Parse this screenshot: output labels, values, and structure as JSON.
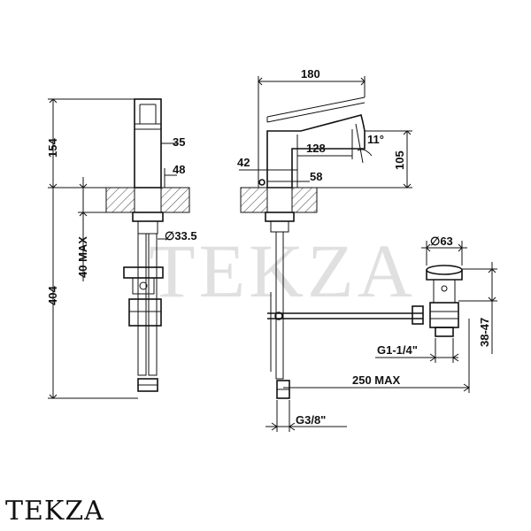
{
  "watermark": "TEKZA",
  "brand_label": "TEKZA",
  "left_view": {
    "dims": {
      "height_top": "154",
      "height_total": "404",
      "max_thickness": "40 MAX",
      "width_35": "35",
      "width_48": "48",
      "dia_33": "33.5"
    },
    "dia_symbol": "∅"
  },
  "right_view": {
    "dims": {
      "length_180": "180",
      "spout_128": "128",
      "angle": "11°",
      "height_105": "105",
      "base_42": "42",
      "base_58": "58",
      "rod_250": "250 MAX",
      "conn_g38": "G3/8\""
    }
  },
  "drain": {
    "dims": {
      "dia_63": "63",
      "height_38_47": "38-47",
      "thread": "G1-1/4\""
    },
    "dia_symbol": "∅"
  }
}
